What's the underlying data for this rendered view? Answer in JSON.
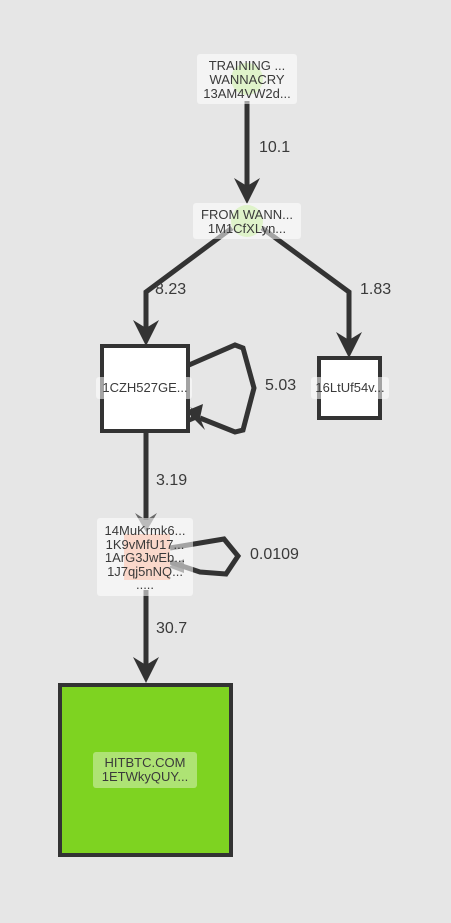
{
  "graph": {
    "nodes": {
      "training": {
        "lines": [
          "TRAINING ...",
          "WANNACRY",
          "13AM4VW2d..."
        ],
        "color": "#b9e58a"
      },
      "from_wannacry": {
        "lines": [
          "FROM WANN...",
          "1M1CfXLyn..."
        ],
        "color": "#b9e58a"
      },
      "node_1czh": {
        "lines": [
          "1CZH527GE..."
        ],
        "color": "#ffffff"
      },
      "node_16lt": {
        "lines": [
          "16LtUf54v..."
        ],
        "color": "#ffffff"
      },
      "cluster": {
        "lines": [
          "14MuKrmk6...",
          "1K9vMfU17...",
          "1ArG3JwEb...",
          "1J7qj5nNQ...",
          "....."
        ],
        "color": "#f4a98c"
      },
      "hitbtc": {
        "lines": [
          "HITBTC.COM",
          "1ETWkyQUY..."
        ],
        "color": "#7ed321"
      }
    },
    "edges": {
      "training_to_from": "10.1",
      "from_to_1czh": "8.23",
      "from_to_16lt": "1.83",
      "self_1czh": "5.03",
      "czh_to_cluster": "3.19",
      "self_cluster": "0.0109",
      "cluster_to_hitbtc": "30.7"
    },
    "colors": {
      "background": "#e6e6e6",
      "edge": "#333333",
      "exchange_green": "#7ed321",
      "label_green": "#b9e58a",
      "cluster_salmon": "#f4a98c"
    }
  }
}
